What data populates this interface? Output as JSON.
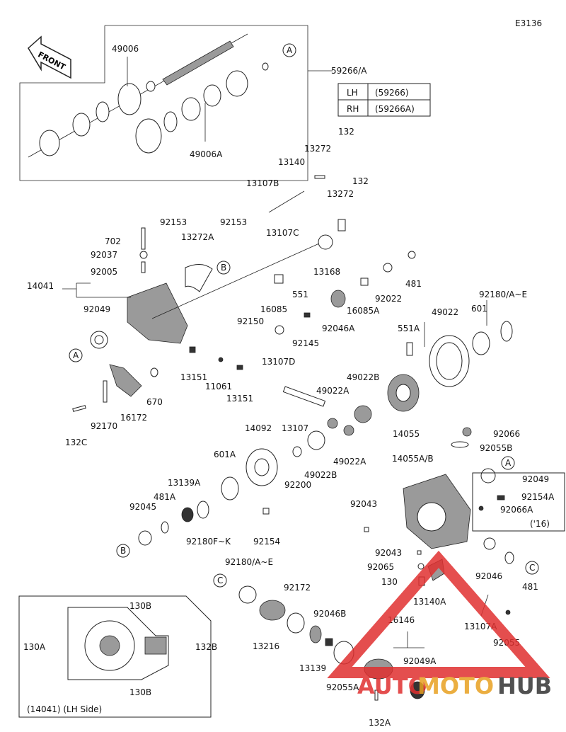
{
  "diagram_code": "E3136",
  "front_label": "FRONT",
  "side_table": {
    "rows": [
      [
        "LH",
        "(59266)"
      ],
      [
        "RH",
        "(59266A)"
      ]
    ]
  },
  "inset_caption": "(14041) (LH Side)",
  "note_16": "('16)",
  "watermark": {
    "text_a": "AUTO",
    "text_b": "MOTO",
    "text_c": "HUB",
    "color_red": "#e03030",
    "color_gold": "#e8a020",
    "color_dark": "#333333"
  },
  "callouts": [
    "A",
    "B",
    "C"
  ],
  "part_labels": {
    "p49006": "49006",
    "p59266": "59266/A",
    "p49006A": "49006A",
    "p132a": "132",
    "p13272a": "13272",
    "p13140": "13140",
    "p13107B": "13107B",
    "p132b": "132",
    "p13272b": "13272",
    "p92153a": "92153",
    "p92153b": "92153",
    "p702": "702",
    "p13272A": "13272A",
    "p92037": "92037",
    "p13107C": "13107C",
    "p92005": "92005",
    "p14041": "14041",
    "p13168": "13168",
    "p481a": "481",
    "p551": "551",
    "p92022": "92022",
    "p92049a": "92049",
    "p16085": "16085",
    "p92150": "92150",
    "p16085A": "16085A",
    "p92180a": "92180/A~E",
    "p49022": "49022",
    "p601": "601",
    "p92046A": "92046A",
    "p551A": "551A",
    "p92145": "92145",
    "p13107D": "13107D",
    "p13151a": "13151",
    "p11061": "11061",
    "p13151b": "13151",
    "p670": "670",
    "p49022B": "49022B",
    "p49022Aa": "49022A",
    "p92170": "92170",
    "p16172": "16172",
    "p132C": "132C",
    "p14092": "14092",
    "p13107": "13107",
    "p14055": "14055",
    "p49022Ab": "49022A",
    "p92066": "92066",
    "p92055B": "92055B",
    "p601A": "601A",
    "p92200": "92200",
    "p49022B2": "49022B",
    "p14055AB": "14055A/B",
    "p92049b": "92049",
    "p13139A": "13139A",
    "p481A": "481A",
    "p92045": "92045",
    "p92180FK": "92180F~K",
    "p92154": "92154",
    "p92043a": "92043",
    "p92154A": "92154A",
    "p92066A": "92066A",
    "p92043b": "92043",
    "p92065": "92065",
    "p92046": "92046",
    "p481b": "481",
    "p130": "130",
    "p13140A": "13140A",
    "p92180b": "92180/A~E",
    "p92172": "92172",
    "p13107A": "13107A",
    "p92046B": "92046B",
    "p16146": "16146",
    "p92055": "92055",
    "p13216": "13216",
    "p92049A": "92049A",
    "p13139": "13139",
    "p92055A": "92055A",
    "p132A": "132A",
    "p130B1": "130B",
    "p130A": "130A",
    "p132B": "132B",
    "p130B2": "130B"
  }
}
